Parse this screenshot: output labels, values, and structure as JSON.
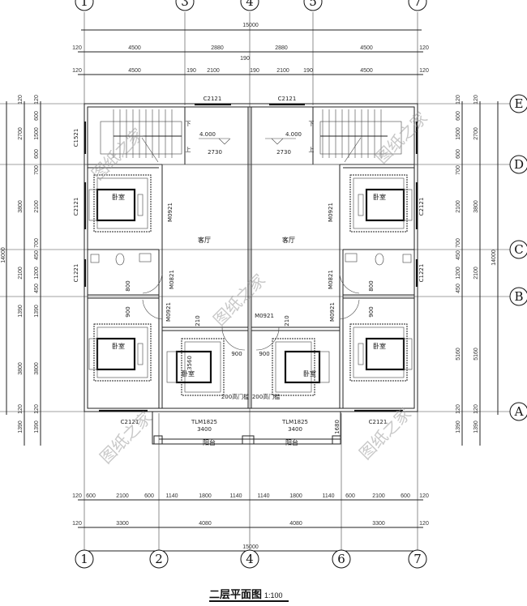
{
  "title": "二层平面图",
  "scale": "1:100",
  "axes": {
    "top": [
      "1",
      "3",
      "4",
      "5",
      "7"
    ],
    "bottom": [
      "1",
      "2",
      "4",
      "6",
      "7"
    ],
    "right": [
      "E",
      "D",
      "C",
      "B",
      "A"
    ]
  },
  "dimensions": {
    "top": {
      "total": "15000",
      "row1": [
        "120",
        "4500",
        "2880",
        "2880",
        "4500",
        "120"
      ],
      "row2": [
        "120",
        "4500",
        "190",
        "2100",
        "190",
        "190",
        "2100",
        "190",
        "4500",
        "120"
      ]
    },
    "bottom": {
      "row1": [
        "120",
        "600",
        "2100",
        "600",
        "1140",
        "1800",
        "1140",
        "1140",
        "1800",
        "1140",
        "600",
        "2100",
        "600",
        "120"
      ],
      "row2": [
        "120",
        "3300",
        "4080",
        "4080",
        "3300",
        "120"
      ],
      "total": "15000"
    },
    "left": {
      "outer": "14000",
      "mid": [
        "120",
        "2700",
        "3800",
        "2100",
        "1390",
        "3800",
        "120",
        "1390"
      ],
      "inner": [
        "120",
        "600",
        "1500",
        "600",
        "700",
        "2100",
        "700",
        "450",
        "1200",
        "450",
        "1390",
        "3800",
        "120",
        "1390"
      ]
    },
    "right": {
      "inner": [
        "120",
        "600",
        "1500",
        "600",
        "700",
        "2100",
        "700",
        "450",
        "1200",
        "450",
        "5160",
        "120",
        "1390"
      ],
      "mid": [
        "120",
        "2700",
        "3800",
        "2100",
        "5160",
        "120",
        "1390"
      ],
      "outer": "14000"
    }
  },
  "rooms": {
    "bedroom": "卧室",
    "living": "客厅",
    "balcony": "阳台"
  },
  "labels": {
    "window_c2121": "C2121",
    "window_c1521": "C1521",
    "window_c1221": "C1221",
    "door_m0921": "M0921",
    "door_m0821": "M0821",
    "sliding_door": "TLM1825",
    "sliding_width": "3400",
    "threshold": "200高门槛",
    "elevation": "4.000",
    "stair_width": "2730",
    "stair_down": "下",
    "stair_up": "上",
    "d900": "900",
    "d800": "800",
    "d3560": "3560",
    "d210": "210",
    "d1680": "1680"
  },
  "watermark": "图纸之家"
}
